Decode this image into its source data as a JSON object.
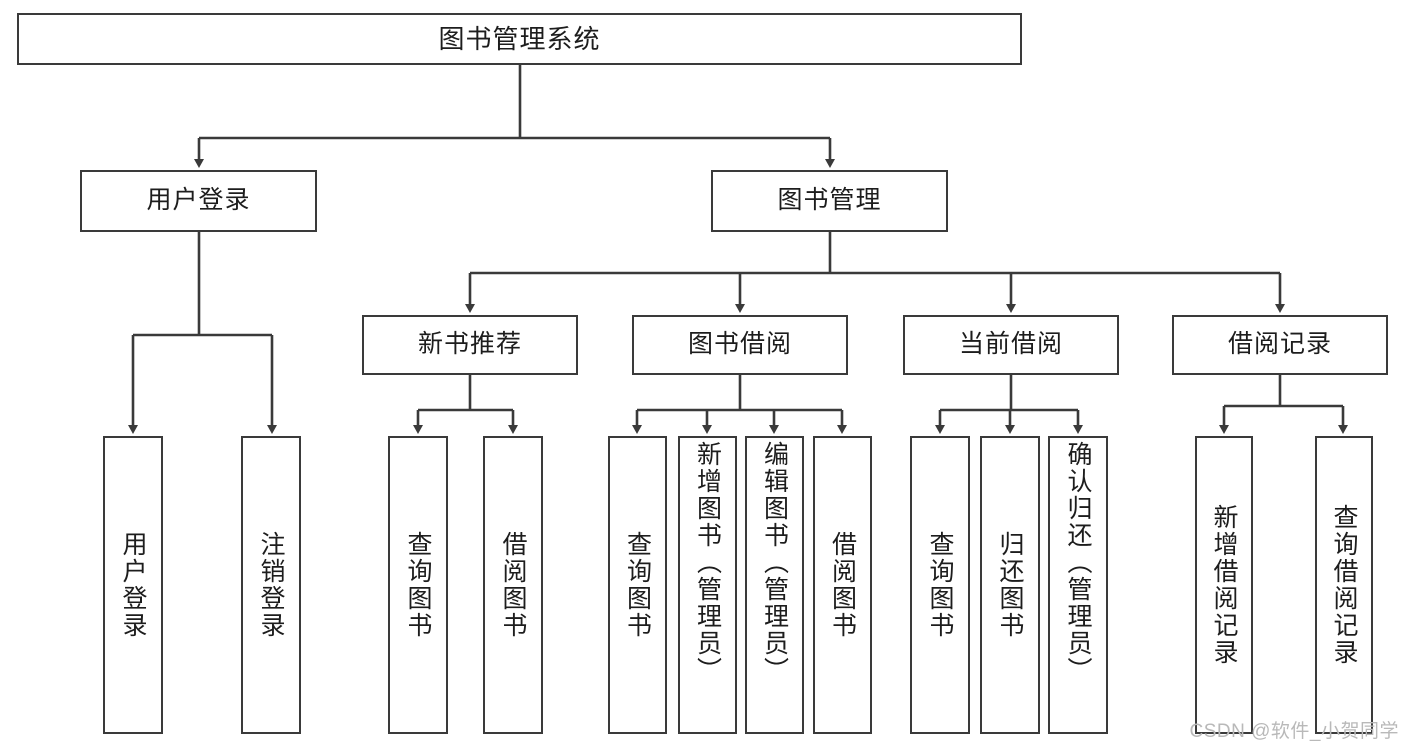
{
  "diagram": {
    "title": "图书管理系统",
    "type": "tree",
    "root": {
      "label": "图书管理系统"
    },
    "level2": [
      {
        "label": "用户登录"
      },
      {
        "label": "图书管理"
      }
    ],
    "level3": [
      {
        "label": "新书推荐"
      },
      {
        "label": "图书借阅"
      },
      {
        "label": "当前借阅"
      },
      {
        "label": "借阅记录"
      }
    ],
    "leaves": {
      "user_login": [
        {
          "label": "用户登录"
        },
        {
          "label": "注销登录"
        }
      ],
      "new_book_recommend": [
        {
          "label": "查询图书"
        },
        {
          "label": "借阅图书"
        }
      ],
      "book_borrow": [
        {
          "label": "查询图书"
        },
        {
          "label": "新增图书（管理员）"
        },
        {
          "label": "编辑图书（管理员）"
        },
        {
          "label": "借阅图书"
        }
      ],
      "current_borrow": [
        {
          "label": "查询图书"
        },
        {
          "label": "归还图书"
        },
        {
          "label": "确认归还（管理员）"
        }
      ],
      "borrow_record": [
        {
          "label": "新增借阅记录"
        },
        {
          "label": "查询借阅记录"
        }
      ]
    }
  },
  "watermark": {
    "text": "CSDN @软件_小贺同学"
  },
  "colors": {
    "stroke": "#3a3a3a",
    "text": "#1d1d1d",
    "background": "#ffffff",
    "watermark": "#b9b9b9"
  }
}
